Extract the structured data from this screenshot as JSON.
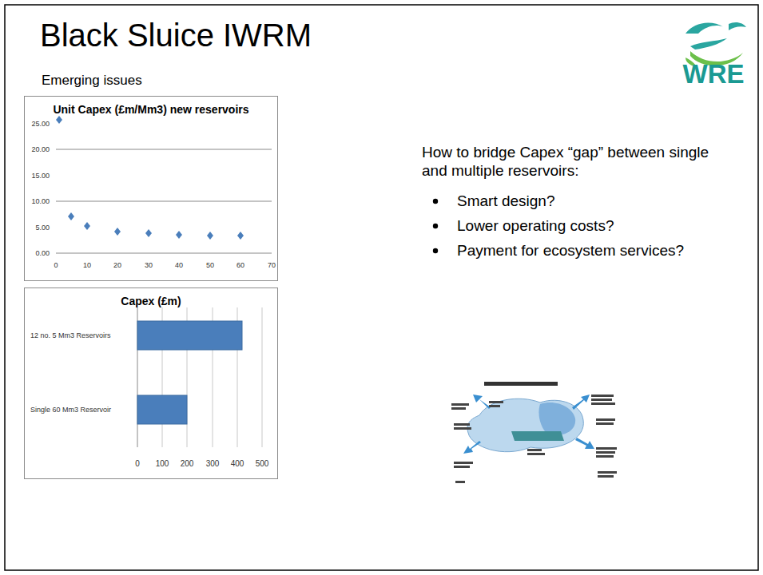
{
  "diagram": {
    "title": "Black Sluice IWRM",
    "nodes": [
      {
        "text": [
          "Unit Capex (£m/Mm3) new reservoirs"
        ]
      },
      {
        "text": [
          "Capex (£m)"
        ]
      }
    ],
    "labels": [
      "Emerging issues",
      "25.00",
      "20.00",
      "15.00",
      "10.00",
      "5.00",
      "0.00",
      "0",
      "10",
      "20",
      "30",
      "40",
      "50",
      "60",
      "70",
      "12 no. 5 Mm3 Reservoirs",
      "Single 60 Mm3 Reservoir",
      "0",
      "100",
      "200",
      "300",
      "400",
      "500",
      "WRE",
      "How to bridge Capex “gap” between single and multiple reservoirs:",
      "Smart design?",
      "Lower operating costs?",
      "Payment for ecosystem services?"
    ]
  }
}
